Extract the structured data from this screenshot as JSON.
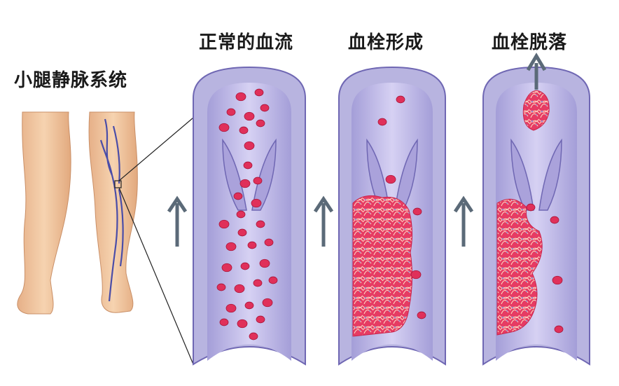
{
  "labels": {
    "leg_system": "小腿静脉系统",
    "normal_flow": "正常的血流",
    "thrombus_formation": "血栓形成",
    "thrombus_detach": "血栓脱落"
  },
  "colors": {
    "vein_outer": "#b8b4e0",
    "vein_wall": "#8e86c8",
    "vein_lumen": "#c9c3ec",
    "blood_cell": "#e0305a",
    "clot": "#e63b63",
    "skin": "#f3c9a0",
    "arrow": "#5b6a78"
  }
}
